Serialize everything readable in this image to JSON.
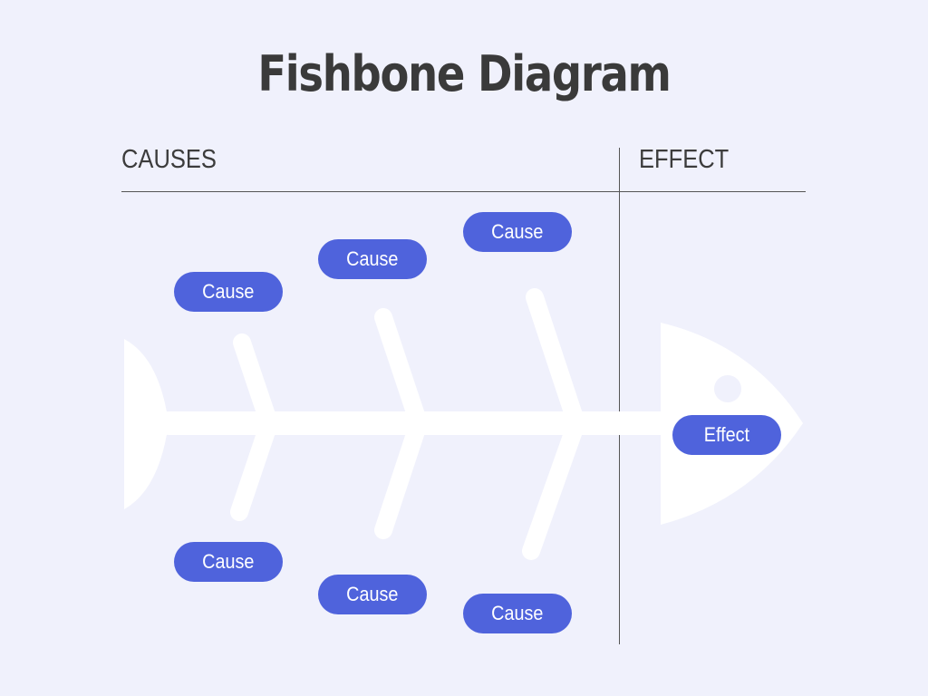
{
  "diagram": {
    "title": "Fishbone Diagram",
    "causes_label": "CAUSES",
    "effect_label": "EFFECT",
    "causes_top": [
      "Cause",
      "Cause",
      "Cause"
    ],
    "causes_bottom": [
      "Cause",
      "Cause",
      "Cause"
    ],
    "effect": "Effect"
  },
  "colors": {
    "background": "#f0f1fc",
    "pill": "#4f63dc",
    "pill_text": "#ffffff",
    "fish": "#ffffff",
    "text": "#3a3a3a",
    "lines": "#555555"
  },
  "icons": {
    "fish": "fish-skeleton-icon"
  }
}
